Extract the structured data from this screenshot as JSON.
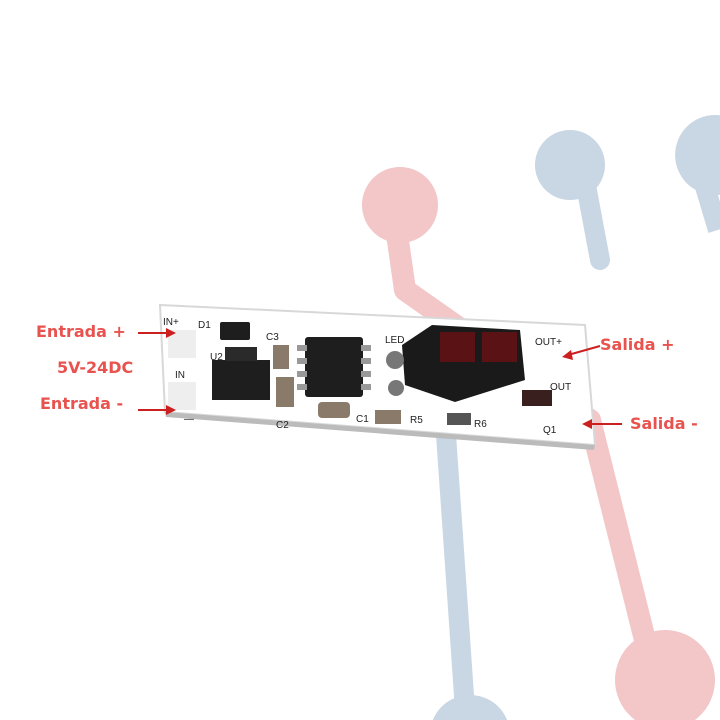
{
  "colors": {
    "label": "#e8534f",
    "arrow": "#cc1f1f",
    "trace_pink": "#f3c6c8",
    "trace_blue": "#c9d6e3",
    "pcb": "#ffffff",
    "chip": "#1e1e1e"
  },
  "labels": {
    "input_plus": "Entrada +",
    "voltage": "5V-24DC",
    "input_minus": "Entrada -",
    "output_plus": "Salida +",
    "output_minus": "Salida -"
  },
  "silkscreen": {
    "in_plus": "IN+",
    "d1": "D1",
    "c3": "C3",
    "u2": "U2",
    "in": "IN",
    "c2": "C2",
    "minus": "—",
    "led": "LED",
    "out_plus": "OUT+",
    "out": "OUT",
    "c1": "C1",
    "r5": "R5",
    "r6": "R6",
    "q1": "Q1"
  }
}
